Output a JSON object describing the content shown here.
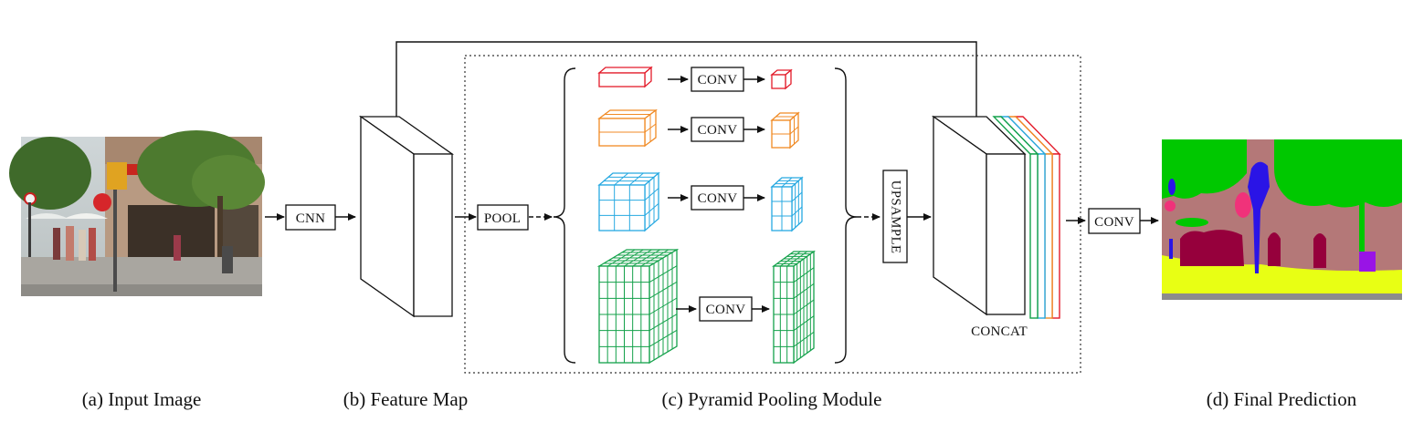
{
  "captions": {
    "input": "(a) Input Image",
    "feature": "(b) Feature Map",
    "ppm": "(c) Pyramid Pooling Module",
    "final": "(d) Final Prediction"
  },
  "labels": {
    "cnn": "CNN",
    "pool": "POOL",
    "conv": "CONV",
    "upsample": "UPSAMPLE",
    "concat": "CONCAT",
    "final_conv": "CONV"
  },
  "pyramid_colors": [
    "#e31b2a",
    "#f08a24",
    "#27a9e1",
    "#13a14a"
  ],
  "segmentation_colors": {
    "tree": "#00c800",
    "building": "#b47878",
    "road": "#e8ff14",
    "sidewalk": "#8c8c8c",
    "person": "#96003c",
    "pole": "#2a14e6",
    "sign": "#f0327a",
    "other": "#9914e6"
  }
}
